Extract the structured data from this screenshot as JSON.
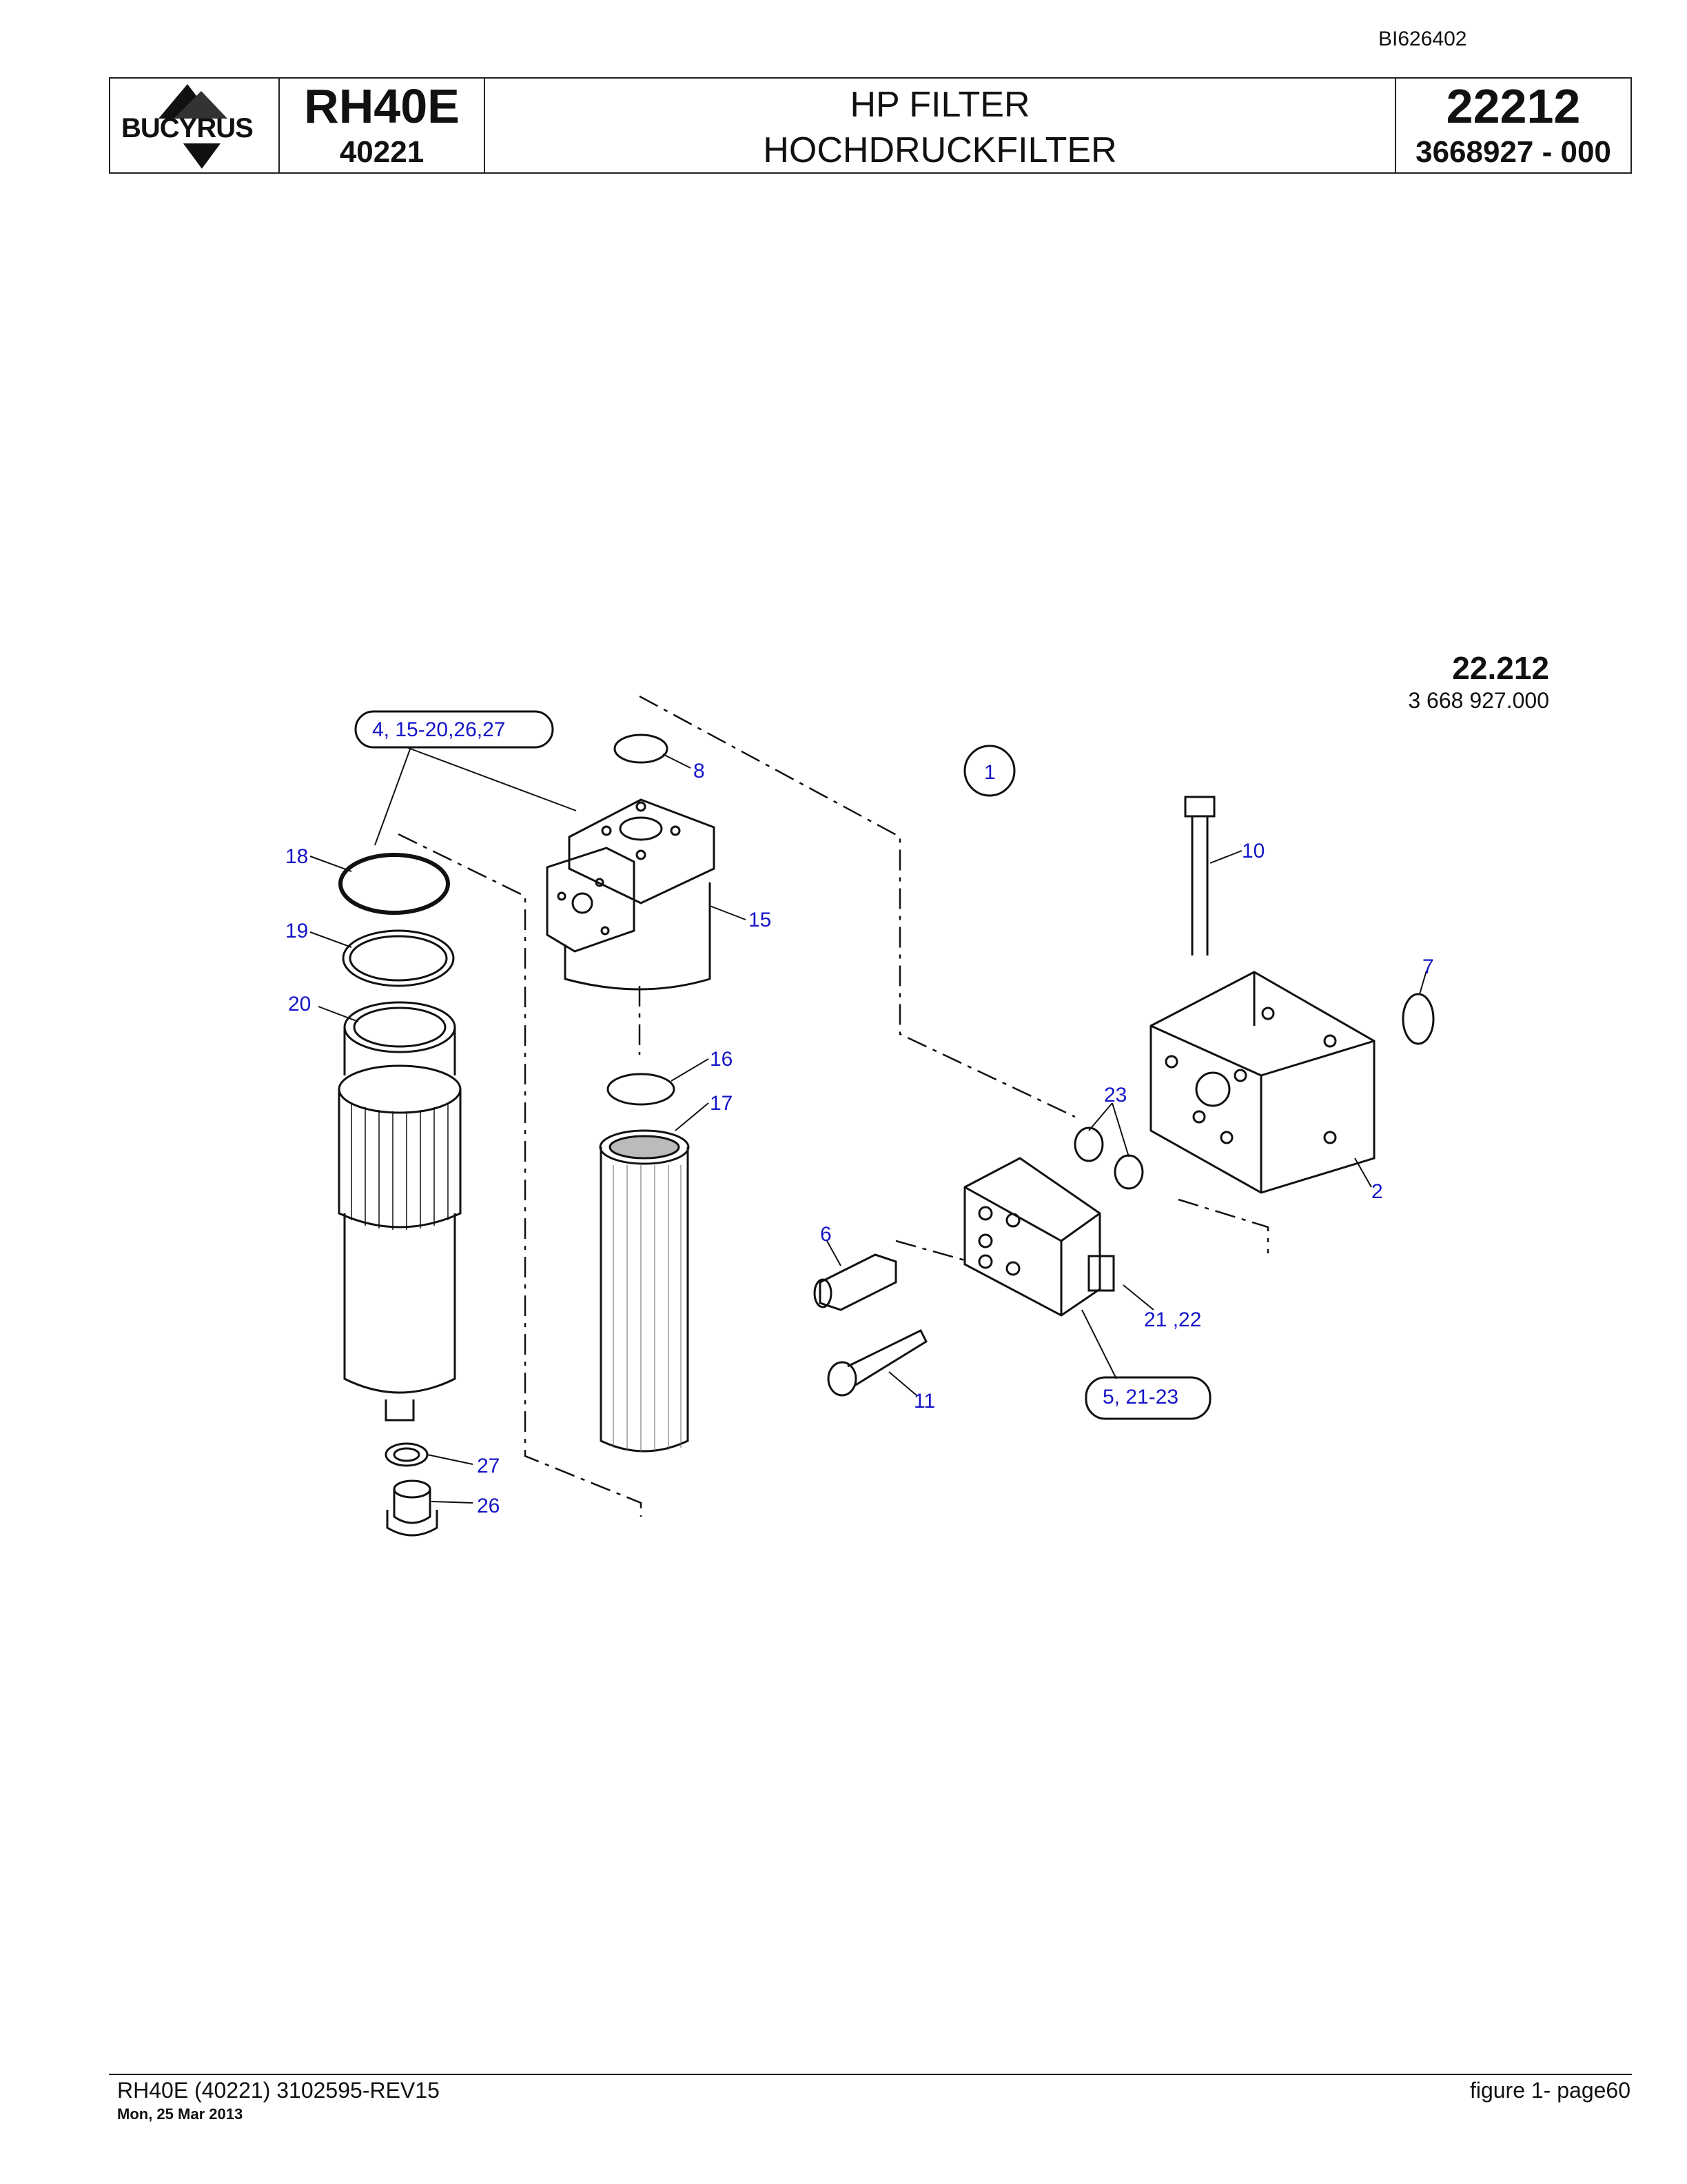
{
  "document_id": "BI626402",
  "header": {
    "logo_text": "BUCYRUS",
    "model": "RH40E",
    "model_number": "40221",
    "title_en": "HP FILTER",
    "title_de": "HOCHDRUCKFILTER",
    "group": "22212",
    "part_number": "3668927 - 000"
  },
  "diagram": {
    "ref_group": "22.212",
    "ref_number": "3 668 927.000",
    "callouts": {
      "c1": "1",
      "c2": "2",
      "c6": "6",
      "c7": "7",
      "c8": "8",
      "c10": "10",
      "c11": "11",
      "c15": "15",
      "c16": "16",
      "c17": "17",
      "c18": "18",
      "c19": "19",
      "c20": "20",
      "c23": "23",
      "c26": "26",
      "c27": "27",
      "c21_22": "21 ,22"
    },
    "groups": {
      "g_top": "4, 15-20,26,27",
      "g_bottom": "5, 21-23"
    }
  },
  "footer": {
    "doc_ref": "RH40E (40221) 3102595-REV15",
    "date": "Mon, 25 Mar 2013",
    "page_ref": "figure  1- page60"
  }
}
